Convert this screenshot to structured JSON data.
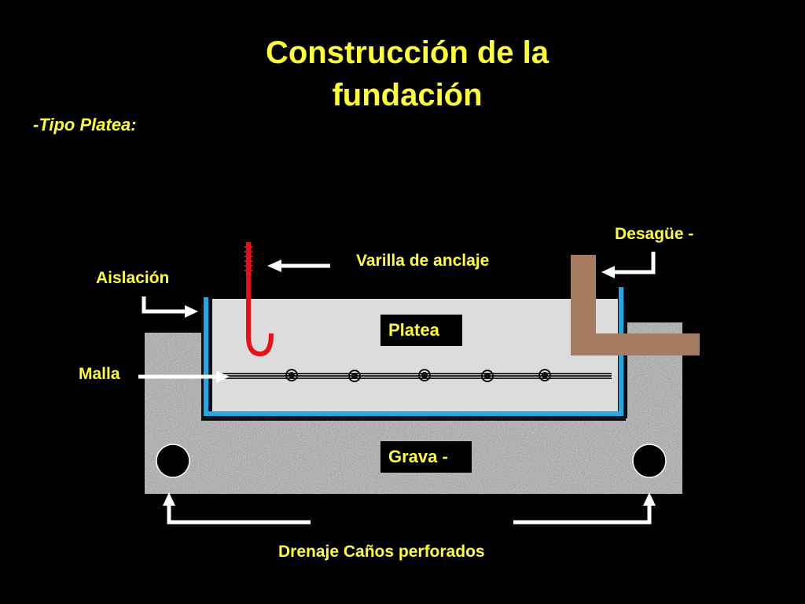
{
  "title": "Construcción de la fundación",
  "subtitle": "-Tipo Platea:",
  "labels": {
    "desague": "Desagüe -",
    "varilla": "Varilla de anclaje",
    "aislacion": "Aislación",
    "platea": "Platea",
    "malla": "Malla",
    "grava": "Grava -",
    "drenaje": "Drenaje Caños perforados"
  },
  "colors": {
    "background": "#000000",
    "text": "#ffff33",
    "insulation": "#22a8e6",
    "anchor_rod": "#e8111a",
    "drain_pipe": "#a57c62",
    "slab": "#dcdcdc",
    "gravel": "#9a9a9a",
    "arrows": "#ffffff"
  },
  "icons": {
    "drain_pipes": "circle",
    "mesh_bars": "circle-dot"
  }
}
